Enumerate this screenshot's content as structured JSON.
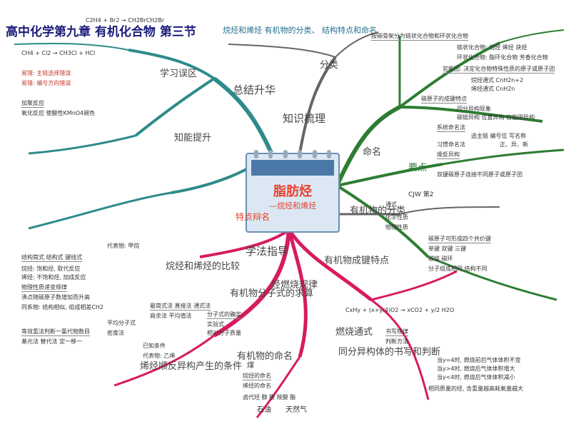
{
  "title": "高中化学第九章 有机化合物 第三节",
  "subtitle": "烷烃和烯烃   有机物的分类、 结构特点和命名",
  "center": {
    "heading": "脂肪烃",
    "line1": "—烷烃和烯烃",
    "line2": "特点辩名"
  },
  "branches": {
    "summary": "总结升华",
    "review": "学习误区",
    "ability": "知能提升",
    "knowledge": "知识梳理",
    "naming": "命名",
    "classification": "分类",
    "structure": "有机物成键特点",
    "organic_class": "有机物的分类",
    "study_guide": "学法指导",
    "combustion": "烃燃烧规律",
    "formula": "有机物分子式的求算",
    "comparison": "烷烃和烯烃的比较",
    "isomer": "同分异构体的书写和判断",
    "conditions": "烯烃顺反异构产生的条件",
    "nomenclature": "有机物的命名",
    "combustion_formula": "燃烧通式",
    "key": "要点"
  },
  "labels": {
    "l01": "按碳骨架分为链状化合物和环状化合物",
    "l02": "链状化合物: 烷烃 烯烃 炔烃",
    "l03": "环状化合物: 脂环化合物 芳香化合物",
    "l04": "官能团: 决定化合物特殊性质的原子或原子团",
    "l05": "烷烃通式 CnH2n+2",
    "l06": "烯烃通式 CnH2n",
    "l07": "碳原子的成键特点",
    "l08": "同分异构现象",
    "l09": "碳链异构 位置异构 官能团异构",
    "l10": "系统命名法",
    "l11": "选主链 编号位 写名称",
    "l12": "习惯命名法",
    "l13": "正、异、新",
    "l14": "顺反异构",
    "l15": "双键碳原子连接不同原子或原子团",
    "l16": "CxHy + (x+y/4)O2 → xCO2 + y/2 H2O",
    "l17": "当y=4时, 燃烧前后气体体积不变",
    "l18": "当y>4时, 燃烧后气体体积增大",
    "l19": "当y<4时, 燃烧后气体体积减小",
    "l20": "相同质量的烃, 含氢量越高耗氧量越大",
    "l21": "最简式法 直接法 通式法",
    "l22": "商余法 平均值法",
    "l23": "结构简式 结构式 键线式",
    "l24": "烷烃: 饱和烃, 取代反应",
    "l25": "烯烃: 不饱和烃, 加成反应",
    "l26": "物理性质递变规律",
    "l27": "沸点随碳原子数增加而升高",
    "l28": "同系物: 结构相似, 组成相差CH2",
    "l29": "等效氢法判断一氯代物数目",
    "l30": "基元法 替代法 定一移一",
    "l31": "易错: 主链选择错误",
    "l32": "易错: 编号方向错误",
    "l33": "CJW 第2",
    "l34": "通式",
    "l35": "化学性质",
    "l36": "物理性质",
    "l37": "分子式的确定",
    "l38": "实验式",
    "l39": "相对分子质量",
    "l40": "烷烃的命名",
    "l41": "烯烃的命名",
    "l42": "卤代烃 醇 醛 羧酸 酯",
    "l43": "C2H4 + Br2 → CH2BrCH2Br",
    "l44": "CH4 + Cl2 → CH3Cl + HCl",
    "l45": "加聚反应",
    "l46": "氧化反应 使酸性KMnO4褪色",
    "l47": "碳原子可形成四个共价键",
    "l48": "单键 双键 三键",
    "l49": "碳链 碳环",
    "l50": "分子组成相同 结构不同",
    "l51": "煤",
    "l52": "石油",
    "l53": "天然气",
    "l54": "已知条件",
    "l55": "代表物: 乙烯",
    "l56": "代表物: 甲烷",
    "l57": "平均分子式",
    "l58": "密度法",
    "l59": "书写规律",
    "l60": "判断方法"
  },
  "colors": {
    "pink": "#d81b60",
    "teal": "#2e8b8b",
    "green": "#2e7d32",
    "gray": "#555555",
    "title": "#1a1a7a"
  }
}
